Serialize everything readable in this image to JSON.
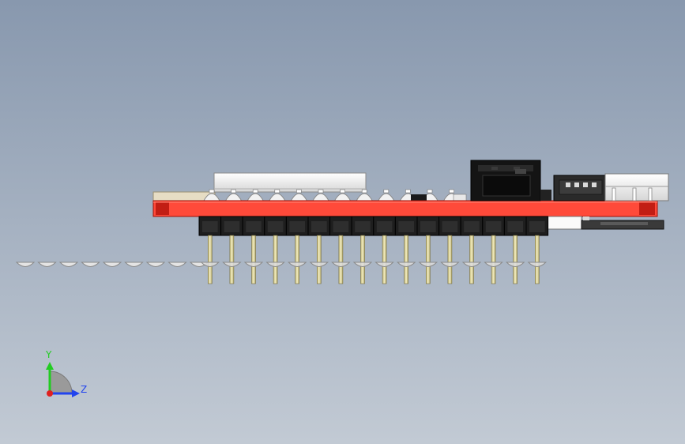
{
  "scene": {
    "background_top": "#8898AE",
    "background_bottom": "#C2CAD4",
    "pcb_color": "#FF4A3A",
    "pcb_edge_color": "#C21E14",
    "header_color": "#1E1E1E",
    "pin_color": "#E8E0A0",
    "connector_color": "#121212",
    "white_part_color": "#F4F4F4",
    "solder_color": "#DCDCDC",
    "header_pin_count": 16,
    "top_component_count": 12,
    "detached_dome_count": 9
  },
  "triad": {
    "y_label": "Y",
    "z_label": "Z",
    "y_color": "#22CC22",
    "z_color": "#2244EE",
    "x_color": "#E02020"
  }
}
